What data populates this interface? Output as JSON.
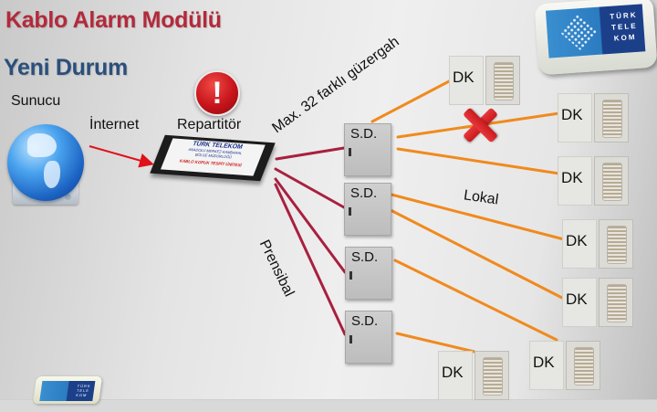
{
  "title": "Kablo Alarm Modülü",
  "subtitle": "Yeni Durum",
  "labels": {
    "server": "Sunucu",
    "internet": "İnternet",
    "repartitor": "Repartitör",
    "max_routes": "Max. 32 farklı güzergah",
    "principal": "Prensibal",
    "local": "Lokal"
  },
  "repartitor_screen": {
    "line1": "TÜRK TELEKOM",
    "line2": "ANADOLU MERKEZ-KAMBARAL",
    "line3": "BÖLGE MÜDÜRLÜĞÜ",
    "line4": "KABLO KOPUK TESPİT ÜNİTESİ"
  },
  "logo_text": [
    "TÜRK",
    "TELE",
    "KOM"
  ],
  "alert_symbol": "!",
  "distribution_boxes": [
    {
      "label": "S.D."
    },
    {
      "label": "S.D."
    },
    {
      "label": "S.D."
    },
    {
      "label": "S.D."
    }
  ],
  "dk_boxes": [
    {
      "label": "DK",
      "status": "ok"
    },
    {
      "label": "DK",
      "status": "fault"
    },
    {
      "label": "DK",
      "status": "ok"
    },
    {
      "label": "DK",
      "status": "ok"
    },
    {
      "label": "DK",
      "status": "ok"
    },
    {
      "label": "DK",
      "status": "ok"
    },
    {
      "label": "DK",
      "status": "ok"
    }
  ],
  "colors": {
    "title": "#b22a3c",
    "subtitle": "#2b4f7b",
    "principal_cable": "#a8203f",
    "local_cable": "#f08a1e",
    "internet_link": "#e0101a",
    "fault_mark": "#d7252a"
  }
}
